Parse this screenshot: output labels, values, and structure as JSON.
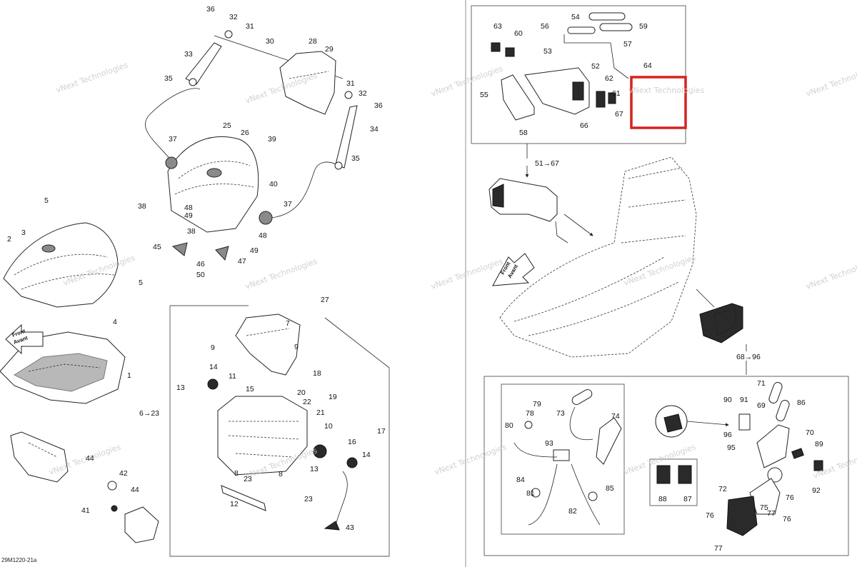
{
  "watermark": "vNext Technologies",
  "front_labels": [
    "Front",
    "Avant"
  ],
  "figure_code": "29M1220-21a",
  "highlight_color": "#d6221f",
  "callouts": [
    "1",
    "2",
    "3",
    "4",
    "5",
    "5",
    "6→23",
    "7",
    "8",
    "8",
    "9",
    "9",
    "10",
    "11",
    "12",
    "13",
    "13",
    "14",
    "14",
    "15",
    "16",
    "17",
    "18",
    "19",
    "20",
    "21",
    "22",
    "23",
    "23",
    "25",
    "26",
    "27",
    "28",
    "29",
    "30",
    "31",
    "31",
    "32",
    "32",
    "33",
    "34",
    "35",
    "35",
    "36",
    "36",
    "37",
    "37",
    "38",
    "38",
    "39",
    "40",
    "41",
    "42",
    "43",
    "44",
    "44",
    "45",
    "46",
    "47",
    "48",
    "48",
    "49",
    "49",
    "50",
    "51→67",
    "52",
    "53",
    "54",
    "55",
    "56",
    "57",
    "58",
    "59",
    "60",
    "61",
    "62",
    "63",
    "64",
    "66",
    "67",
    "68→96",
    "69",
    "70",
    "71",
    "72",
    "73",
    "74",
    "75",
    "76",
    "76",
    "76",
    "77",
    "77",
    "78",
    "79",
    "80",
    "81",
    "82",
    "84",
    "85",
    "86",
    "87",
    "88",
    "89",
    "90",
    "91",
    "92",
    "93",
    "95",
    "96"
  ]
}
